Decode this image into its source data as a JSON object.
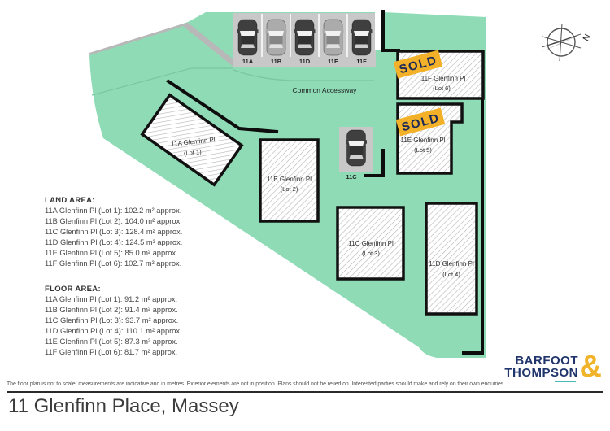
{
  "title": "11 Glenfinn Place, Massey",
  "disclaimer": "The floor plan is not to scale; measurements are indicative and in metres. Exterior elements are not in position. Plans should not be relied on. Interested parties should make and rely on their own enquiries.",
  "accessway_label": "Common Accessway",
  "sold_badge": "SOLD",
  "compass": {
    "label": "N"
  },
  "parking": {
    "stalls": [
      "11A",
      "11B",
      "11D",
      "11E",
      "11F"
    ],
    "extra_stall": "11C"
  },
  "lots": [
    {
      "name": "11A Glenfinn Pl",
      "lot": "(Lot 1)",
      "sold": false
    },
    {
      "name": "11B Glenfinn Pl",
      "lot": "(Lot 2)",
      "sold": false
    },
    {
      "name": "11C Glenfinn Pl",
      "lot": "(Lot 3)",
      "sold": false
    },
    {
      "name": "11D Glenfinn Pl",
      "lot": "(Lot 4)",
      "sold": false
    },
    {
      "name": "11E Glenfinn Pl",
      "lot": "(Lot 5)",
      "sold": true
    },
    {
      "name": "11F Glenfinn Pl",
      "lot": "(Lot 6)",
      "sold": true
    }
  ],
  "land_area": {
    "heading": "LAND AREA:",
    "items": [
      "11A Glenfinn Pl (Lot 1): 102.2 m² approx.",
      "11B Glenfinn Pl (Lot 2): 104.0 m² approx.",
      "11C Glenfinn Pl (Lot 3): 128.4 m² approx.",
      "11D Glenfinn Pl (Lot 4): 124.5 m² approx.",
      "11E Glenfinn Pl (Lot 5): 85.0 m² approx.",
      "11F Glenfinn Pl (Lot 6): 102.7 m² approx."
    ]
  },
  "floor_area": {
    "heading": "FLOOR AREA:",
    "items": [
      "11A Glenfinn Pl (Lot 1): 91.2 m² approx.",
      "11B Glenfinn Pl (Lot 2): 91.4 m² approx.",
      "11C Glenfinn Pl (Lot 3): 93.7 m² approx.",
      "11D Glenfinn Pl (Lot 4): 110.1 m² approx.",
      "11E Glenfinn Pl (Lot 5): 87.3 m² approx.",
      "11F Glenfinn Pl (Lot 6): 81.7 m² approx."
    ]
  },
  "brand": {
    "line1": "BARFOOT",
    "line2": "THOMPSON",
    "amp": "&"
  },
  "colors": {
    "site_green": "#8edbb6",
    "curb_gray": "#b8b8b8",
    "parking_gray": "#c8c8c8",
    "sold_yellow": "#f2b128",
    "sold_text_navy": "#1d2a56",
    "brand_navy": "#20356b",
    "brand_gold": "#f0b32a"
  }
}
